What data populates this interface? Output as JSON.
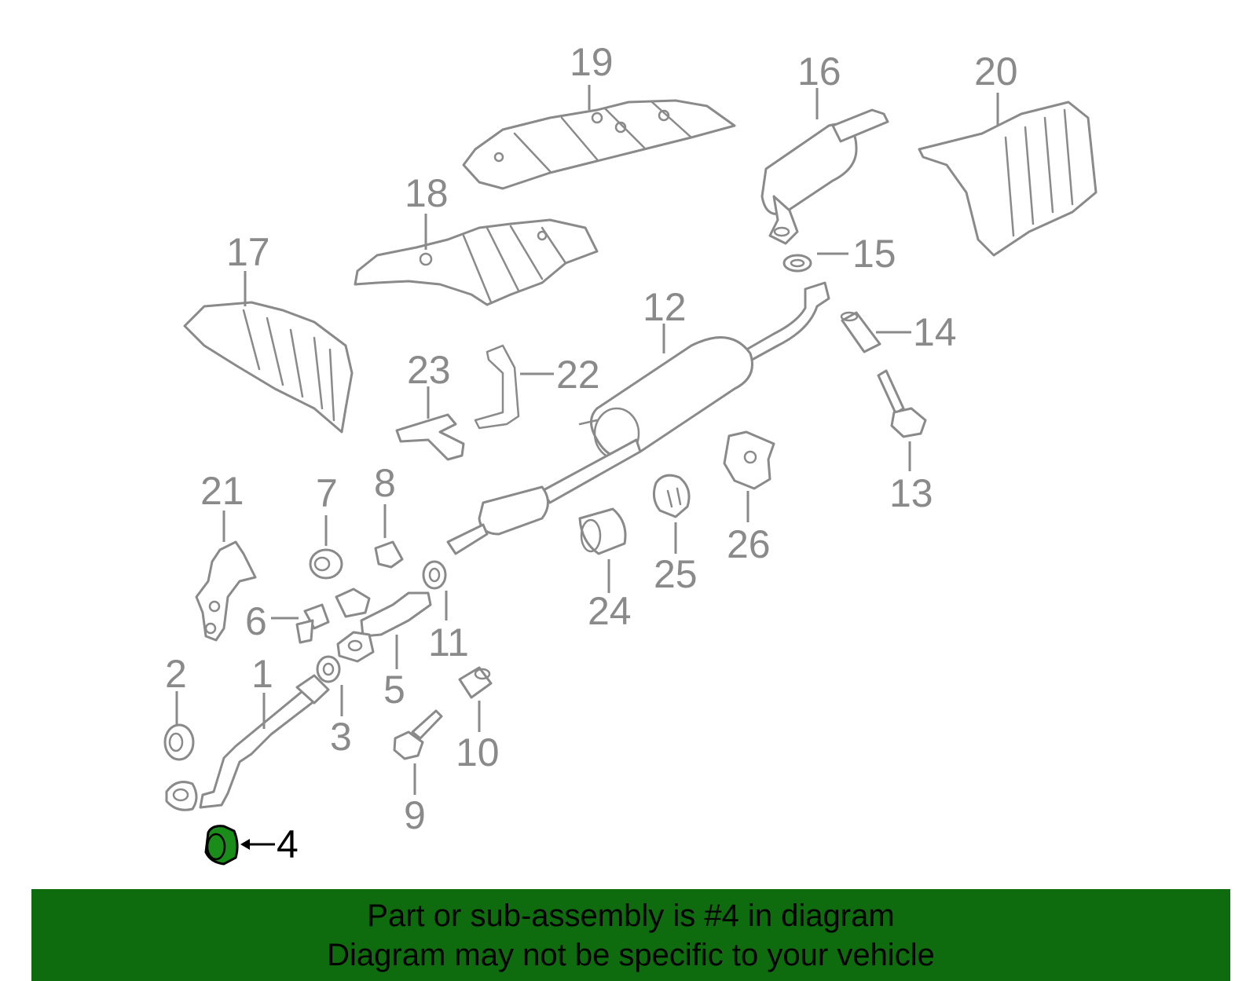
{
  "diagram": {
    "highlight_color": "#1a8c1a",
    "line_color": "#8a8a8a",
    "highlighted_part": "4",
    "callouts": [
      "1",
      "2",
      "3",
      "4",
      "5",
      "6",
      "7",
      "8",
      "9",
      "10",
      "11",
      "12",
      "13",
      "14",
      "15",
      "16",
      "17",
      "18",
      "19",
      "20",
      "21",
      "22",
      "23",
      "24",
      "25",
      "26"
    ]
  },
  "banner": {
    "background_color": "#0e6b0e",
    "line1": "Part or sub-assembly is #4 in diagram",
    "line2": "Diagram may not be specific to your vehicle"
  }
}
